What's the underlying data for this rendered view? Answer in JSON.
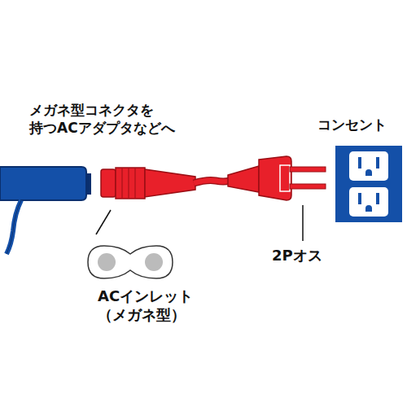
{
  "diagram": {
    "labels": [
      "メガネ型コネクタを 持つACアダプタなどへ",
      "コンセント",
      "ACインレット （メガネ型）",
      "2Pオス"
    ]
  }
}
